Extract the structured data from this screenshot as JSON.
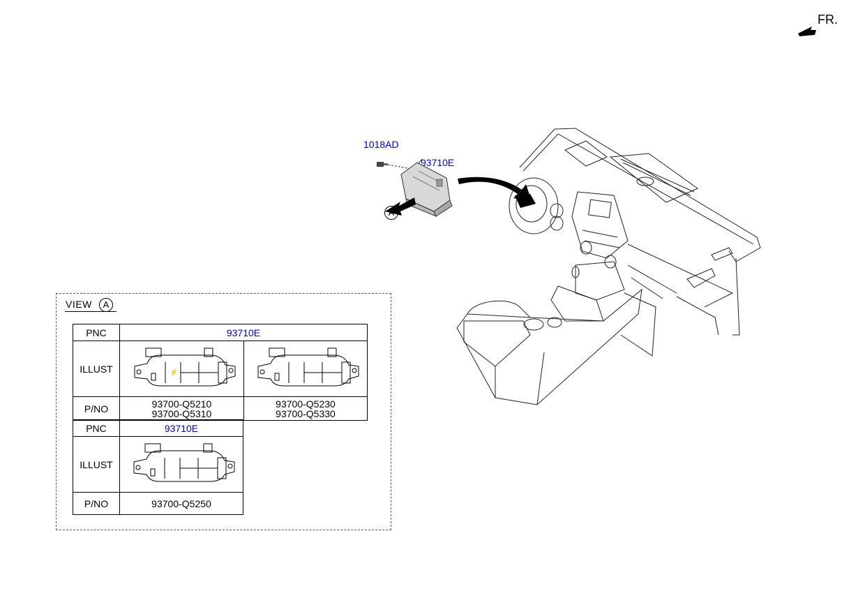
{
  "header": {
    "fr_label": "FR."
  },
  "callouts": {
    "bolt_label": "1018AD",
    "switch_label": "93710E",
    "view_marker": "A"
  },
  "view": {
    "title": "VIEW",
    "marker": "A"
  },
  "table1": {
    "pnc_header": "PNC",
    "pnc_value": "93710E",
    "illust_header": "ILLUST",
    "pno_header": "P/NO",
    "pno_col1_line1": "93700-Q5210",
    "pno_col1_line2": "93700-Q5310",
    "pno_col2_line1": "93700-Q5230",
    "pno_col2_line2": "93700-Q5330"
  },
  "table2": {
    "pnc_header": "PNC",
    "pnc_value": "93710E",
    "illust_header": "ILLUST",
    "pno_header": "P/NO",
    "pno_value": "93700-Q5250"
  },
  "colors": {
    "link_blue": "#0000cc",
    "line": "#000000"
  },
  "icons": [
    "fr-arrow-icon",
    "callout-arrow-icon",
    "curved-arrow-icon",
    "switch-panel-icon",
    "dashboard-illustration"
  ]
}
